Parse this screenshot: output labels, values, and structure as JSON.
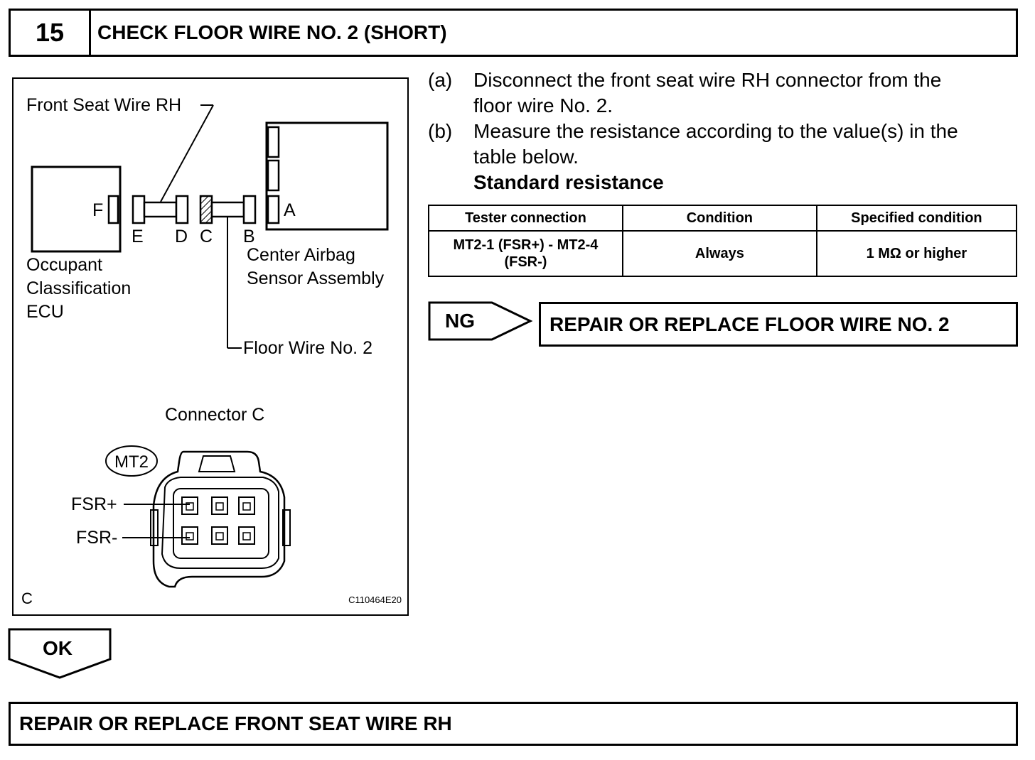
{
  "step": {
    "number": "15",
    "title": "CHECK FLOOR WIRE NO. 2 (SHORT)"
  },
  "diagram": {
    "labels": {
      "front_seat_wire": "Front Seat Wire RH",
      "letter_f": "F",
      "letter_e": "E",
      "letter_d": "D",
      "letter_c": "C",
      "letter_b": "B",
      "letter_a": "A",
      "occupant_1": "Occupant",
      "occupant_2": "Classification",
      "occupant_3": "ECU",
      "center_1": "Center Airbag",
      "center_2": "Sensor Assembly",
      "floor_wire": "Floor Wire No. 2",
      "connector_c": "Connector C",
      "mt2": "MT2",
      "fsr_plus": "FSR+",
      "fsr_minus": "FSR-",
      "corner_c": "C",
      "figure_code": "C110464E20"
    }
  },
  "instructions": [
    {
      "letter": "(a)",
      "line1": "Disconnect the front seat wire RH connector from the",
      "line2": "floor wire No. 2."
    },
    {
      "letter": "(b)",
      "line1": "Measure the resistance according to the value(s) in the",
      "line2": "table below."
    }
  ],
  "standard_resistance_label": "Standard resistance",
  "table": {
    "headers": [
      "Tester connection",
      "Condition",
      "Specified condition"
    ],
    "rows": [
      {
        "line1": "MT2-1 (FSR+) - MT2-4",
        "line2": "(FSR-)",
        "condition": "Always",
        "spec": "1 MΩ or higher"
      }
    ]
  },
  "ng": {
    "label": "NG",
    "result": "REPAIR OR REPLACE FLOOR WIRE NO. 2"
  },
  "ok": {
    "label": "OK",
    "result": "REPAIR OR REPLACE FRONT SEAT WIRE RH"
  }
}
